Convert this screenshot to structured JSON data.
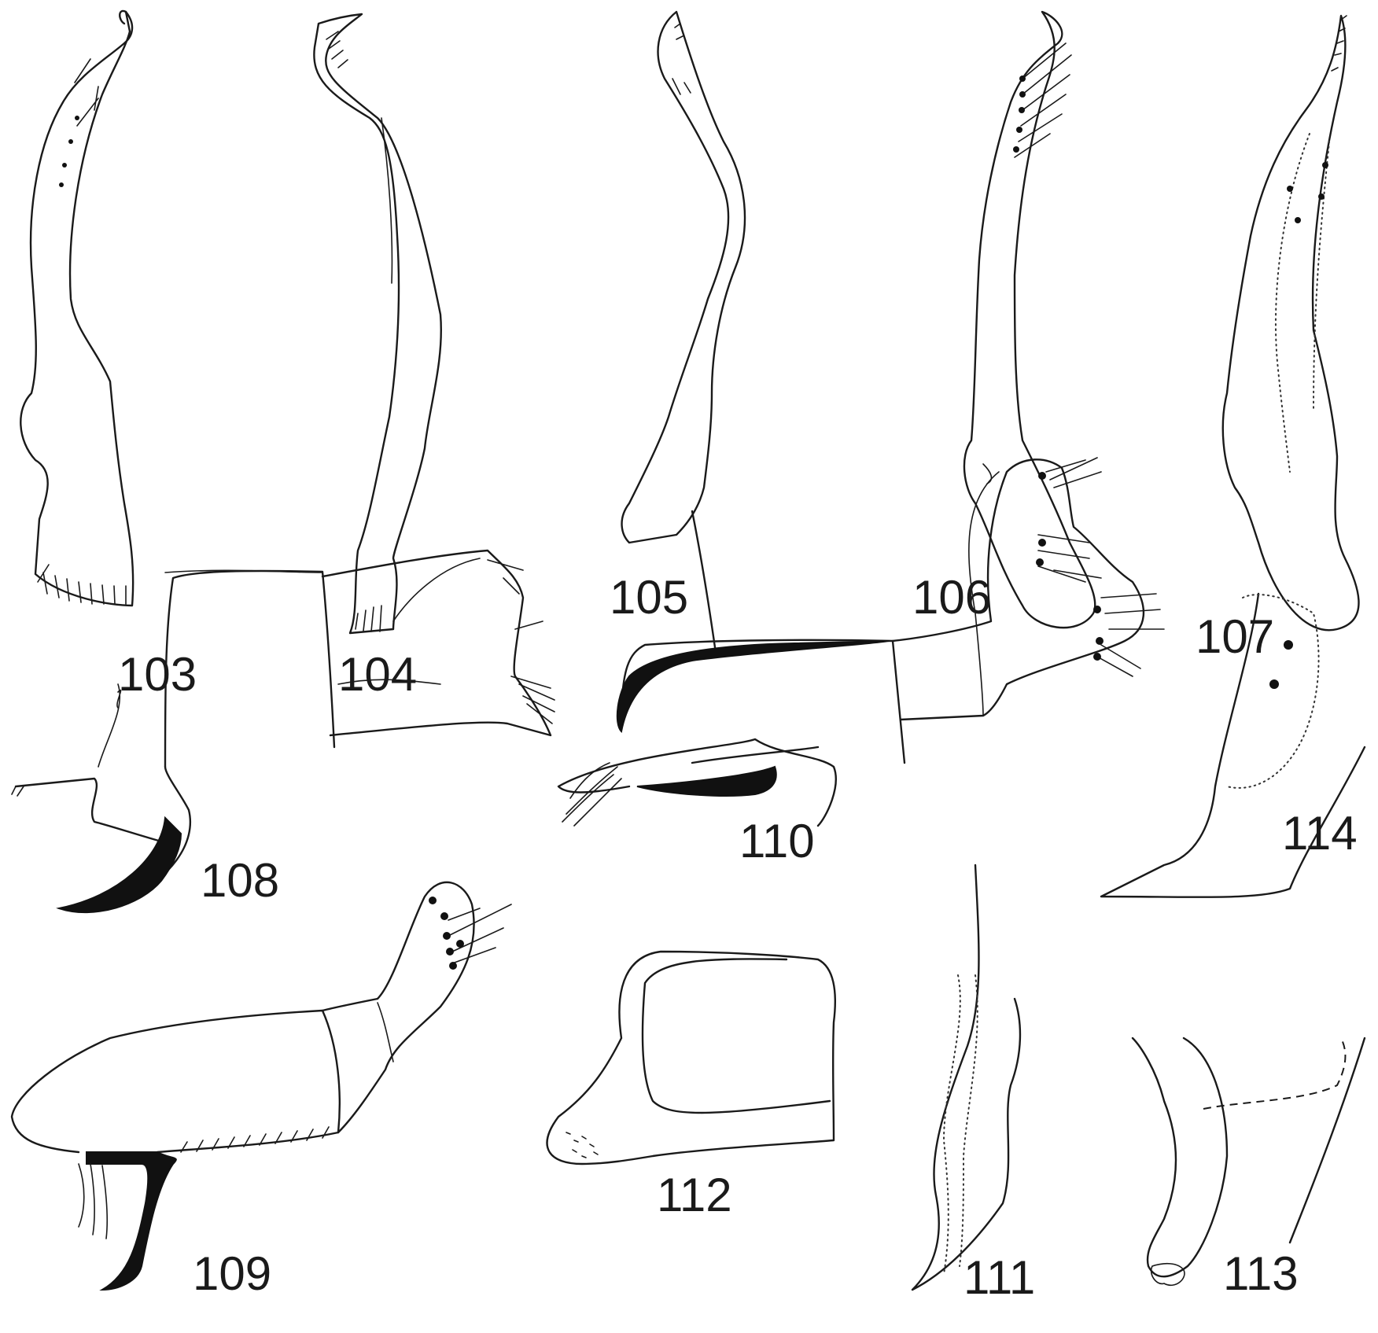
{
  "figure_labels": {
    "f103": "103",
    "f104": "104",
    "f105": "105",
    "f106": "106",
    "f107": "107",
    "f108": "108",
    "f109": "109",
    "f110": "110",
    "f111": "111",
    "f112": "112",
    "f113": "113",
    "f114": "114"
  }
}
